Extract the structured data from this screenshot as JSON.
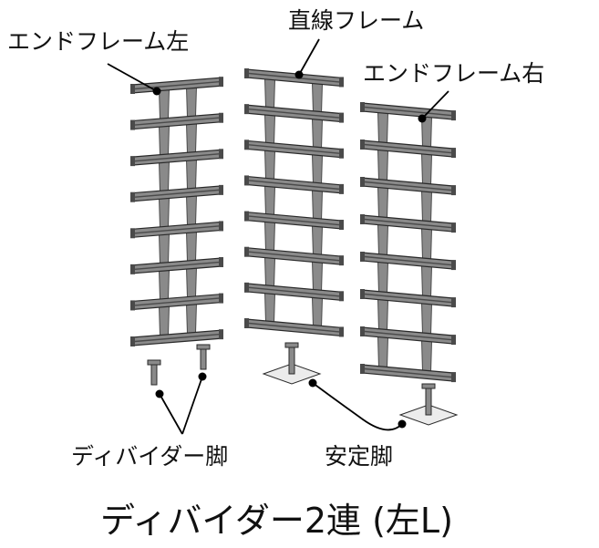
{
  "labels": {
    "end_frame_left": "エンドフレーム左",
    "straight_frame": "直線フレーム",
    "end_frame_right": "エンドフレーム右",
    "divider_legs": "ディバイダー脚",
    "stabilizer_legs": "安定脚"
  },
  "caption": "ディバイダー2連 (左L)",
  "colors": {
    "frame_fill": "#8a8a8a",
    "frame_dark": "#4a4a4a",
    "frame_edge": "#2a2a2a",
    "stand_fill": "#ececec",
    "line": "#000000"
  }
}
